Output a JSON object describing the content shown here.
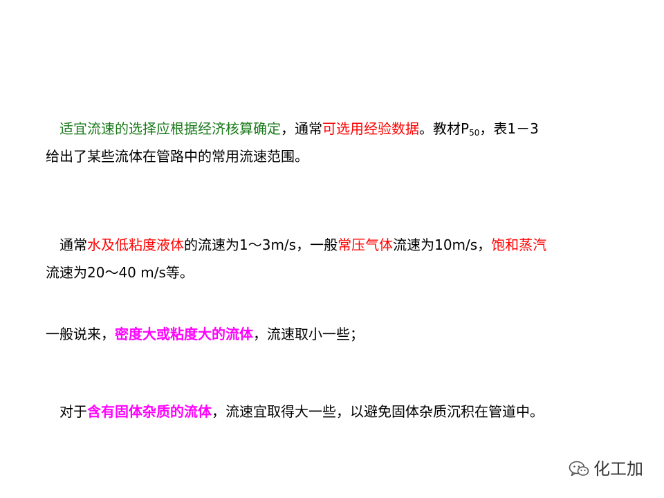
{
  "paragraphs": [
    {
      "lines": [
        [
          "　",
          "适宜流速的选择应根据经济核算确定",
          "，通常",
          "可选用经验数据",
          "。教材P",
          "50",
          "，表1－3"
        ],
        [
          "给出了某些流体在管路中的常用流速范围。"
        ]
      ]
    },
    {
      "lines": [
        [
          "　通常",
          "水及低粘度液体",
          "的流速为1～3m/s，一般",
          "常压气体",
          "流速为10m/s，",
          "饱和蒸汽"
        ],
        [
          "流速为20～40 m/s等。"
        ]
      ]
    },
    {
      "lines": [
        [
          " 一般说来，",
          "密度大或粘度大的流体",
          "，流速取小一些；"
        ]
      ]
    },
    {
      "lines": [
        [
          "　对于",
          "含有固体杂质的流体",
          "，流速宜取得大一些，以避免固体杂质沉积在管道中。"
        ]
      ]
    }
  ],
  "watermark": {
    "text": "化工加",
    "icon": "wechat-icon"
  },
  "colors": {
    "green": "#1a7a1a",
    "red": "#ff0000",
    "magenta": "#ff00ff"
  }
}
